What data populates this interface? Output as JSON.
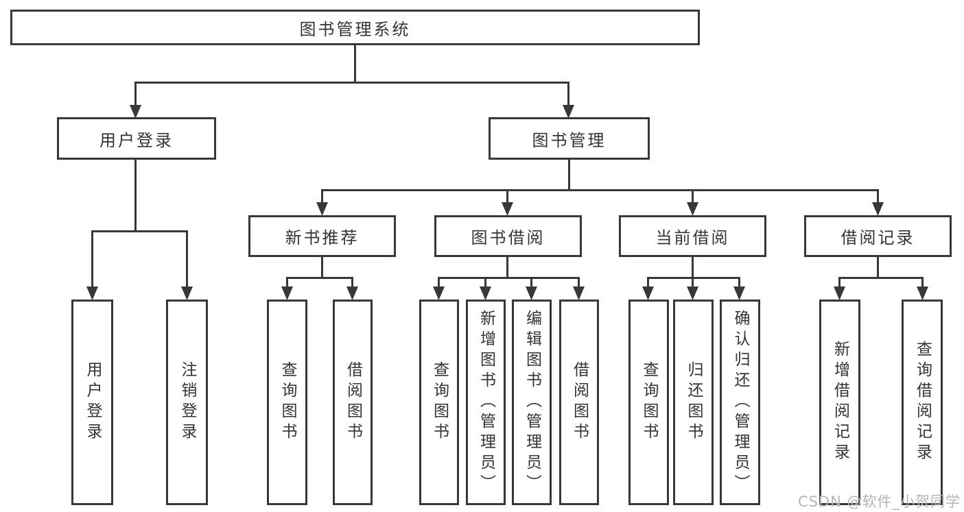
{
  "diagram": {
    "type": "hierarchy-tree",
    "nodes": {
      "root": "图书管理系统",
      "user_login": "用户登录",
      "book_management": "图书管理",
      "new_book_recommend": "新书推荐",
      "book_borrow": "图书借阅",
      "current_borrow": "当前借阅",
      "borrow_records": "借阅记录"
    },
    "leaves": {
      "user_login": [
        "用户登录",
        "注销登录"
      ],
      "new_book_recommend": [
        "查询图书",
        "借阅图书"
      ],
      "book_borrow": [
        "查询图书",
        "新增图书（管理员）",
        "编辑图书（管理员）",
        "借阅图书"
      ],
      "current_borrow": [
        "查询图书",
        "归还图书",
        "确认归还（管理员）"
      ],
      "borrow_records": [
        "新增借阅记录",
        "查询借阅记录"
      ]
    }
  },
  "watermark": {
    "text": "CSDN @软件_小贺同学"
  },
  "colors": {
    "line": "#383838",
    "text": "#333333",
    "watermark": "#b5b5b5",
    "background": "#ffffff"
  }
}
